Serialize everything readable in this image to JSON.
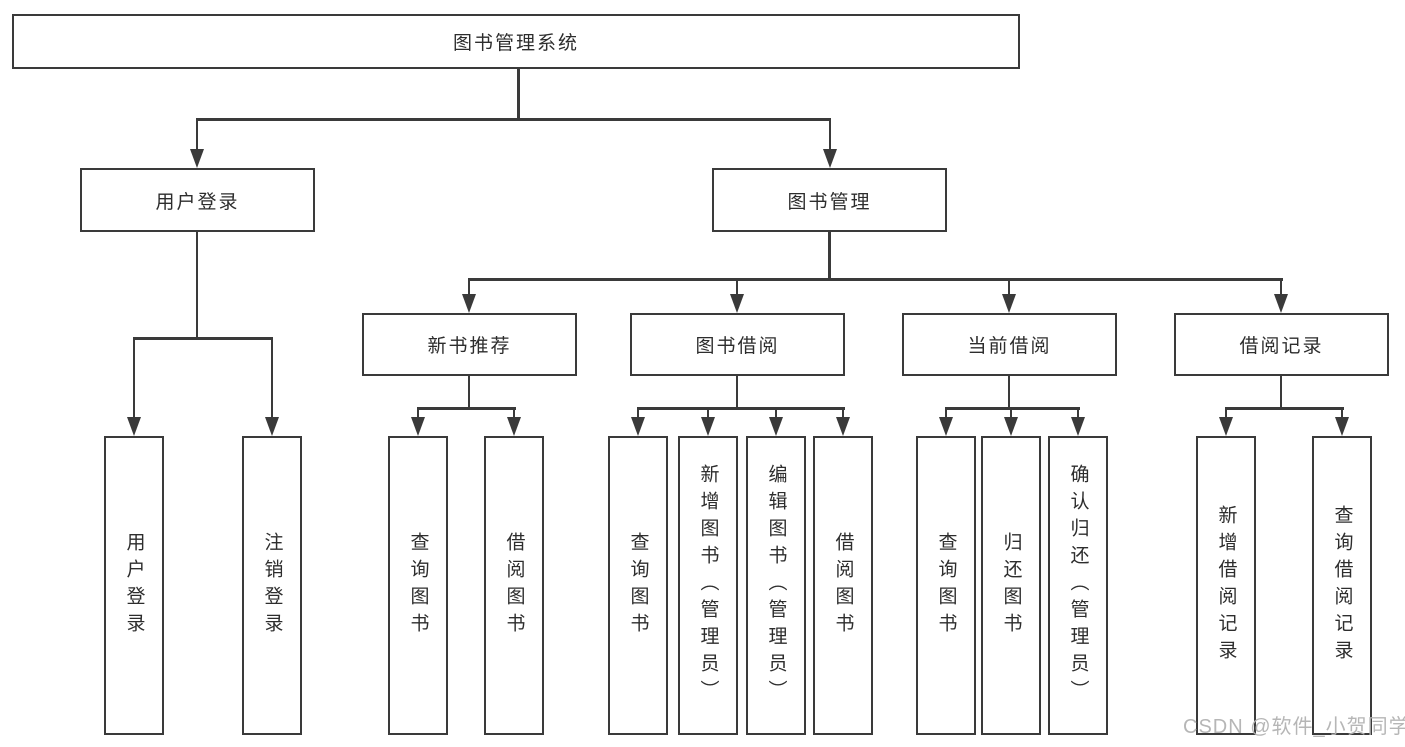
{
  "diagram": {
    "type": "hierarchy-tree",
    "orientation": "top-down"
  },
  "nodes": {
    "root": {
      "label": "图书管理系统"
    },
    "level2": [
      {
        "id": "user-login",
        "label": "用户登录",
        "parent": "图书管理系统"
      },
      {
        "id": "book-management",
        "label": "图书管理",
        "parent": "图书管理系统"
      }
    ],
    "level3": [
      {
        "id": "new-book-recommendation",
        "label": "新书推荐",
        "parent": "图书管理"
      },
      {
        "id": "book-borrowing",
        "label": "图书借阅",
        "parent": "图书管理"
      },
      {
        "id": "current-borrowing",
        "label": "当前借阅",
        "parent": "图书管理"
      },
      {
        "id": "borrowing-records",
        "label": "借阅记录",
        "parent": "图书管理"
      }
    ],
    "leaves": [
      {
        "label": "用户登录",
        "parent": "用户登录"
      },
      {
        "label": "注销登录",
        "parent": "用户登录"
      },
      {
        "label": "查询图书",
        "parent": "新书推荐"
      },
      {
        "label": "借阅图书",
        "parent": "新书推荐"
      },
      {
        "label": "查询图书",
        "parent": "图书借阅"
      },
      {
        "label": "新增图书（管理员）",
        "parent": "图书借阅"
      },
      {
        "label": "编辑图书（管理员）",
        "parent": "图书借阅"
      },
      {
        "label": "借阅图书",
        "parent": "图书借阅"
      },
      {
        "label": "查询图书",
        "parent": "当前借阅"
      },
      {
        "label": "归还图书",
        "parent": "当前借阅"
      },
      {
        "label": "确认归还（管理员）",
        "parent": "当前借阅"
      },
      {
        "label": "新增借阅记录",
        "parent": "借阅记录"
      },
      {
        "label": "查询借阅记录",
        "parent": "借阅记录"
      }
    ]
  },
  "watermark": "CSDN @软件_小贺同学",
  "colors": {
    "line": "#3a3a3a",
    "text": "#2d2d2d",
    "background": "#ffffff",
    "watermark": "#b3b3b3"
  }
}
